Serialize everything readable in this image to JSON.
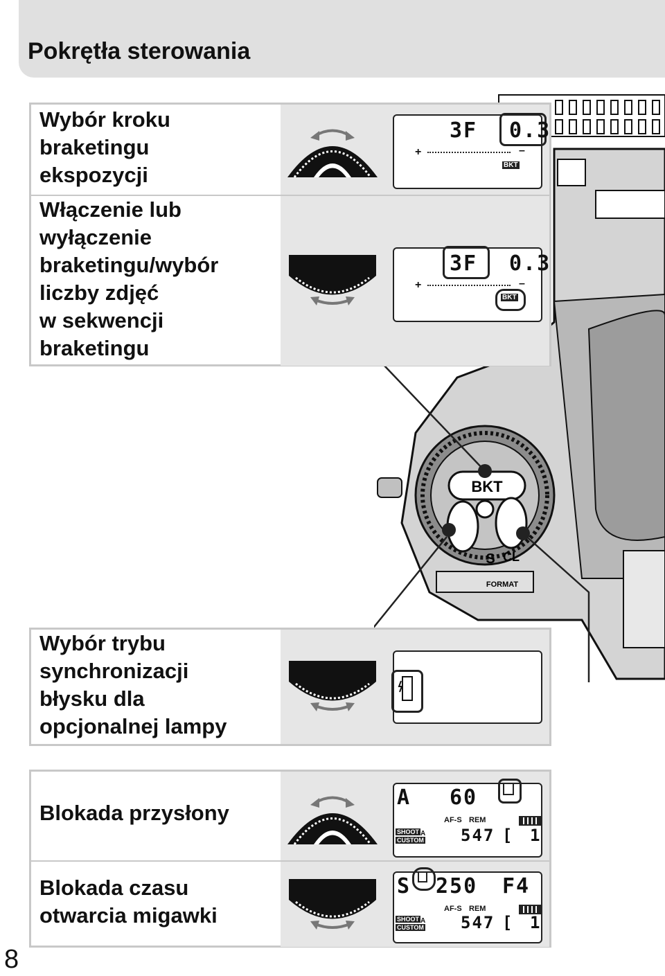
{
  "header": {
    "title": "Pokrętła sterowania"
  },
  "page_number": "8",
  "rows": {
    "bracket_step": "Wybór kroku\nbraketingu\nekspozycji",
    "bracket_toggle": "Włączenie lub\nwyłączenie\nbraketingu/wybór\nliczby zdjęć\nw sekwencji\nbraketingu",
    "flash_sync": "Wybór trybu\nsynchronizacji\nbłysku dla\nopcjonalnej lampy",
    "aperture_lock": "Blokada przysłony",
    "shutter_lock": "Blokada czasu\notwarcia migawki"
  },
  "lcd": {
    "frames": "3F",
    "step": "0.3",
    "scale_plus": "+",
    "scale_minus": "–",
    "bkt_badge": "BKT",
    "mode_a": "A",
    "mode_s": "S",
    "shutter_60": "60",
    "shutter_250": "250",
    "aperture": "F4",
    "af_label": "AF-S",
    "rem_label": "REM",
    "shoot_label": "SHOOT",
    "custom_label": "CUSTOM",
    "bank_a": "A",
    "frame_count": "547",
    "bracket_char": "[",
    "count_one": "1"
  },
  "camera": {
    "bkt_button": "BKT",
    "release_mode_s": "S",
    "release_mode_cl": "CL",
    "format_label": "FORMAT"
  }
}
